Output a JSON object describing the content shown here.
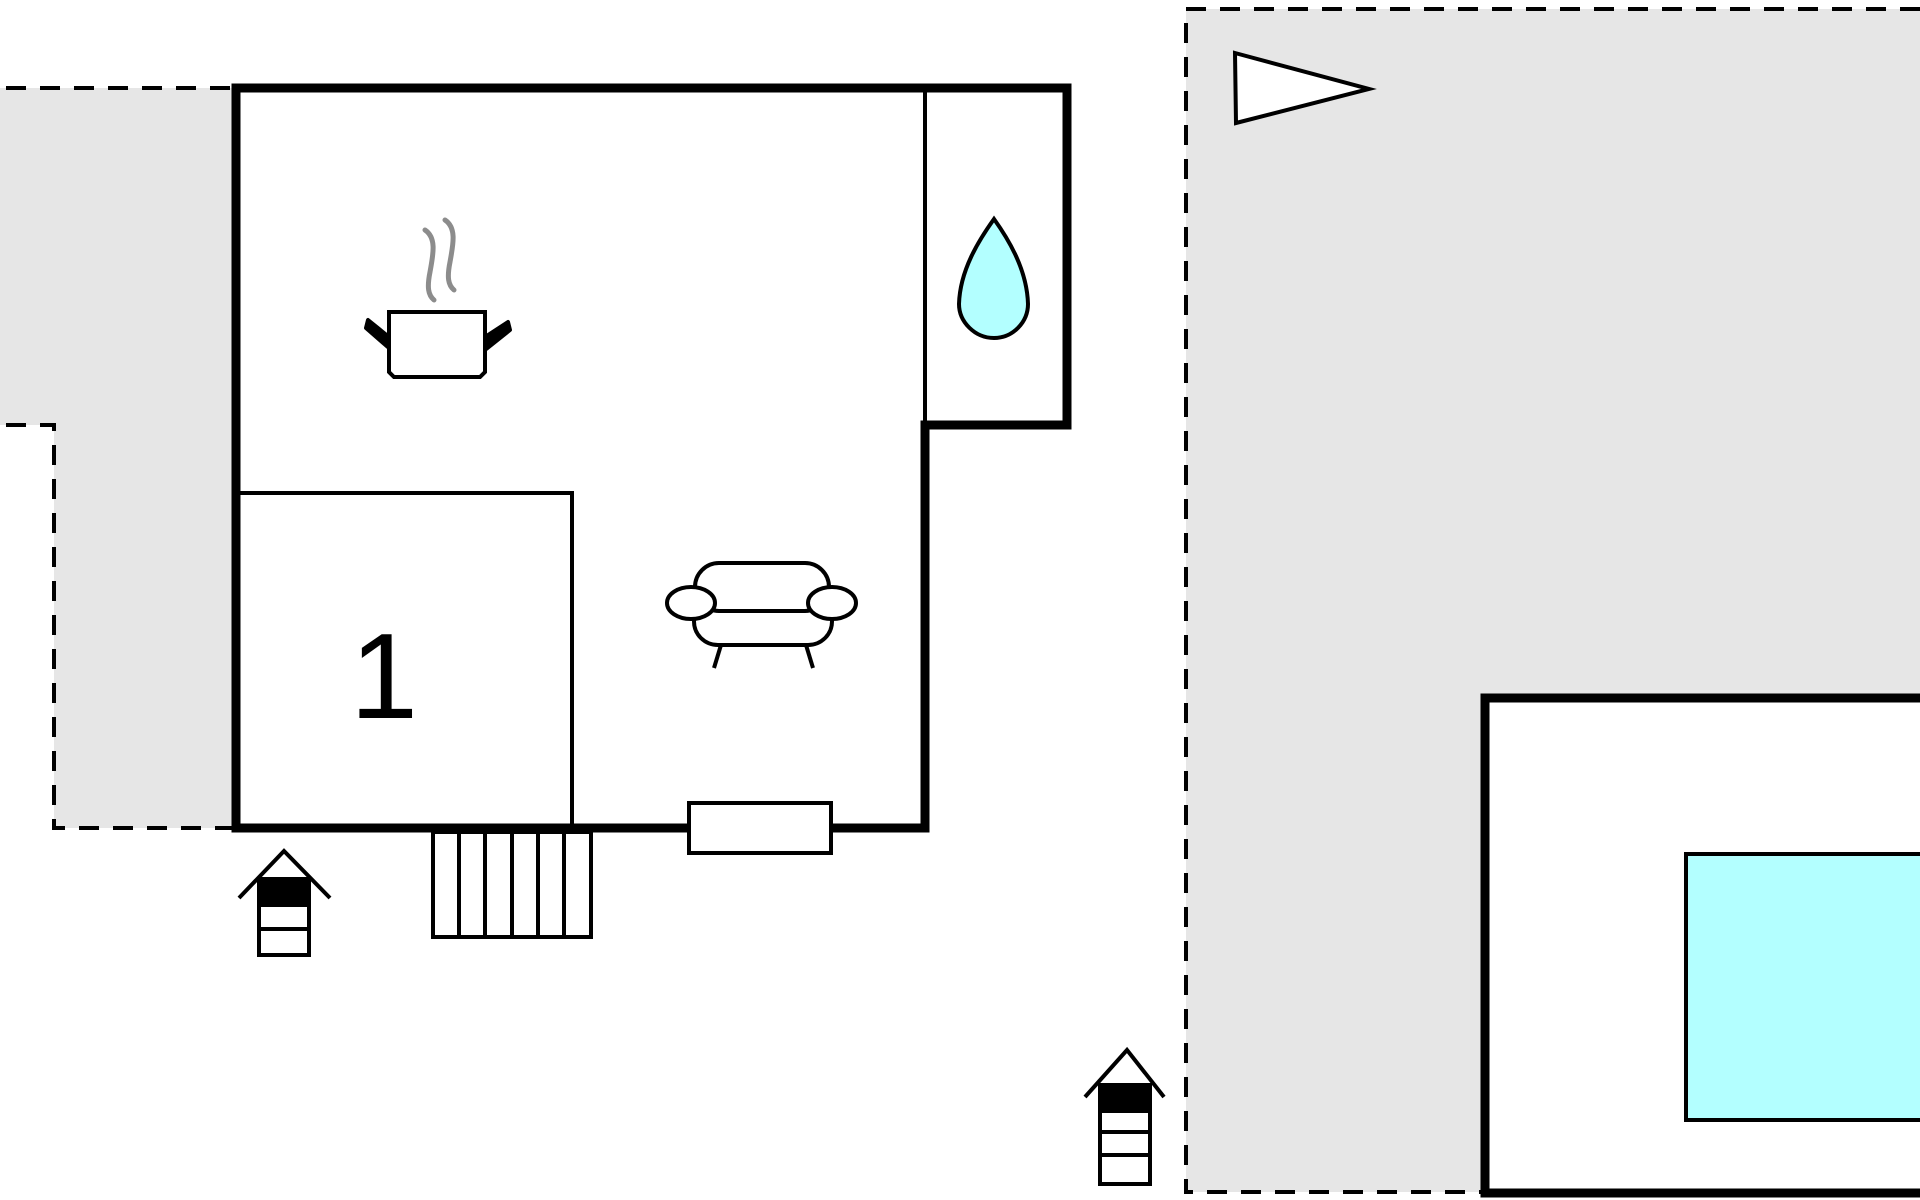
{
  "diagram": {
    "type": "floor-plan",
    "rooms": [
      {
        "id": "bedroom",
        "label": "1"
      }
    ],
    "icons": [
      "kitchen-pot-icon",
      "bathroom-water-drop-icon",
      "living-room-sofa-icon",
      "north-arrow-icon",
      "entrance-house-icon"
    ],
    "colors": {
      "wall": "#000000",
      "terrace": "#e6e6e6",
      "water": "#b3ffff",
      "steam": "#8c8c8c"
    },
    "pool": true,
    "terraces": 2,
    "entrances": 2
  }
}
